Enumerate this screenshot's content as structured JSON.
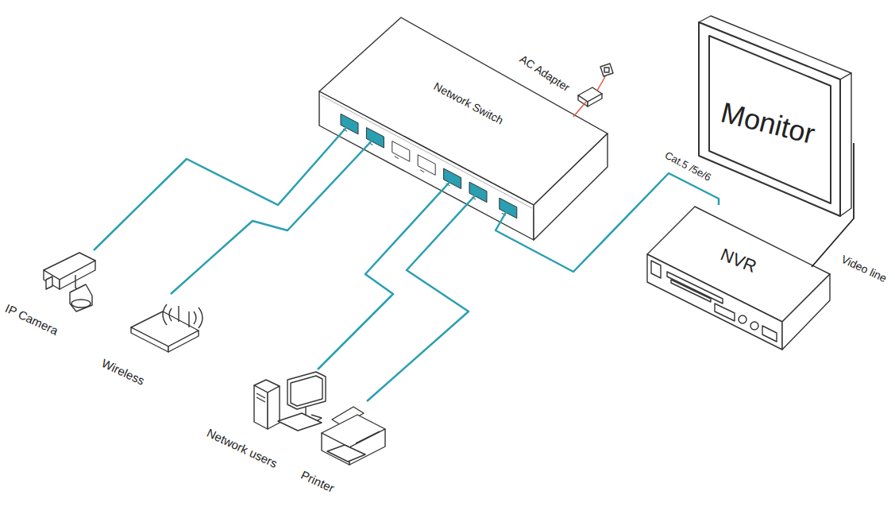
{
  "diagram": {
    "nodes": [
      {
        "text": [
          "Network Switch"
        ]
      },
      {
        "text": [
          "AC Adapter"
        ]
      },
      {
        "text": [
          "Monitor"
        ]
      },
      {
        "text": [
          "NVR"
        ]
      },
      {
        "text": [
          "IP Camera"
        ]
      },
      {
        "text": [
          "Wireless"
        ]
      },
      {
        "text": [
          "Network users"
        ]
      },
      {
        "text": [
          "Printer"
        ]
      }
    ],
    "edges": [
      {
        "from": 0,
        "to": 4,
        "arrow": "none"
      },
      {
        "from": 0,
        "to": 5,
        "arrow": "none"
      },
      {
        "from": 0,
        "to": 6,
        "arrow": "none"
      },
      {
        "from": 0,
        "to": 7,
        "arrow": "none"
      },
      {
        "from": 0,
        "to": 3,
        "label": "Cat.5 /5e/6",
        "arrow": "none"
      },
      {
        "from": 2,
        "to": 3,
        "label": "Video line",
        "arrow": "none"
      },
      {
        "from": 0,
        "to": 1,
        "arrow": "none"
      }
    ]
  }
}
